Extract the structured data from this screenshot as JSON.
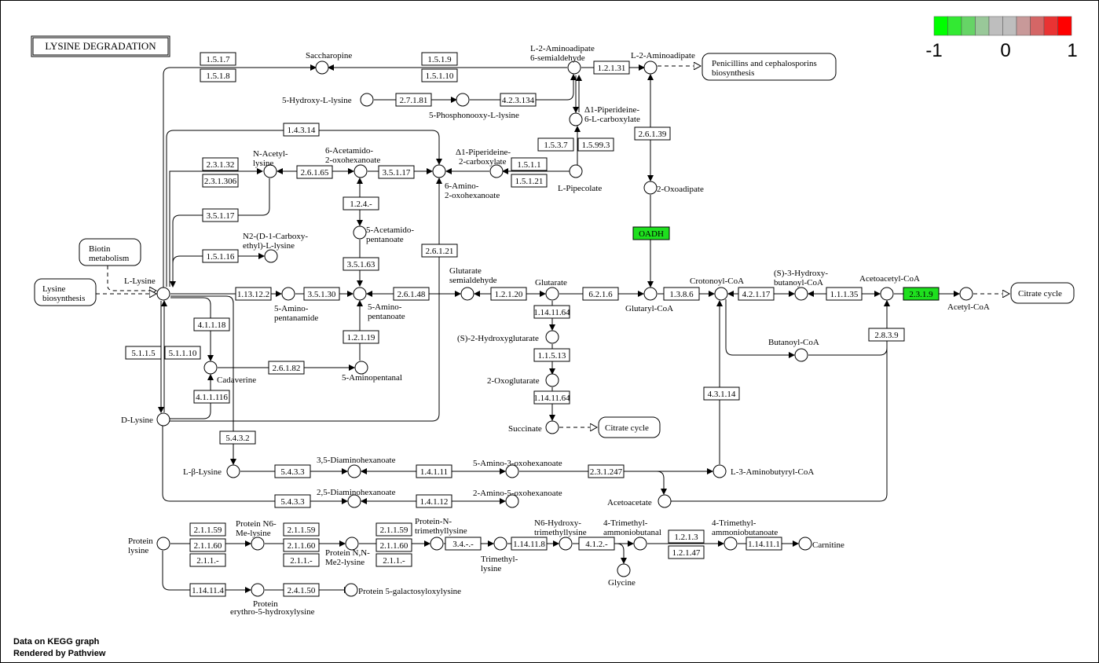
{
  "title": "LYSINE DEGRADATION",
  "legend": {
    "colors": [
      "#00ff00",
      "#33e933",
      "#66d466",
      "#99c899",
      "#bebebe",
      "#bebebe",
      "#c89999",
      "#d46666",
      "#e93333",
      "#ff0000"
    ],
    "min_label": "-1",
    "mid_label": "0",
    "max_label": "1"
  },
  "footer": {
    "line1": "Data on KEGG graph",
    "line2": "Rendered by Pathview"
  },
  "maps": {
    "biotin": [
      "Biotin",
      "metabolism"
    ],
    "lysine_bio": [
      "Lysine",
      "biosynthesis"
    ],
    "penicillin": [
      "Penicillins and cephalosporins",
      "biosynthesis"
    ],
    "citrate1": "Citrate cycle",
    "citrate2": "Citrate cycle"
  },
  "compounds": {
    "saccharopine": "Saccharopine",
    "l2aa_semi": [
      "L-2-Aminoadipate",
      "6-semialdehyde"
    ],
    "l2aa": "L-2-Aminoadipate",
    "hydroxylysine": "5-Hydroxy-L-lysine",
    "phosphonooxy": "5-Phosphonooxy-L-lysine",
    "piperideine6": [
      "Δ1-Piperideine-",
      "6-L-carboxylate"
    ],
    "piperideine2": [
      "Δ1-Piperideine-",
      "2-carboxylate"
    ],
    "pipecolate": "L-Pipecolate",
    "nacetyllysine": [
      "N-Acetyl-",
      "lysine"
    ],
    "acetamido_oxo": [
      "6-Acetamido-",
      "2-oxohexanoate"
    ],
    "amino_oxo": [
      "6-Amino-",
      "2-oxohexanoate"
    ],
    "oxoadipate": "2-Oxoadipate",
    "n2carboxy": [
      "N2-(D-1-Carboxy-",
      "ethyl)-L-lysine"
    ],
    "acetamido_pent": [
      "5-Acetamido-",
      "pentanoate"
    ],
    "llysine": "L-Lysine",
    "aminopentanamide": [
      "5-Amino-",
      "pentanamide"
    ],
    "aminopentanoate": [
      "5-Amino-",
      "pentanoate"
    ],
    "glut_semi": [
      "Glutarate",
      "semialdehyde"
    ],
    "glutarate": "Glutarate",
    "glutarylcoa": "Glutaryl-CoA",
    "crotonoyl": "Crotonoyl-CoA",
    "hydroxybutanoyl": [
      "(S)-3-Hydroxy-",
      "butanoyl-CoA"
    ],
    "acetoacetylcoa": "Acetoacetyl-CoA",
    "acetylcoa": "Acetyl-CoA",
    "butanoylcoa": "Butanoyl-CoA",
    "hydroxyglutarate": "(S)-2-Hydroxyglutarate",
    "oxoglutarate": "2-Oxoglutarate",
    "succinate": "Succinate",
    "cadaverine": "Cadaverine",
    "aminopentanal": "5-Aminopentanal",
    "dlysine": "D-Lysine",
    "lbetalysine": "L-β-Lysine",
    "diamino35": "3,5-Diaminohexanoate",
    "amino3oxo": "5-Amino-3-oxohexanoate",
    "aminobutyryl": "L-3-Aminobutyryl-CoA",
    "acetoacetate": "Acetoacetate",
    "diamino25": "2,5-Diaminohexanoate",
    "amino5oxo": "2-Amino-5-oxohexanoate",
    "proteinlysine": [
      "Protein",
      "lysine"
    ],
    "n6me": [
      "Protein N6-",
      "Me-lysine"
    ],
    "nnme2": [
      "Protein N,N-",
      "Me2-lysine"
    ],
    "trimethyl_prot": [
      "Protein-N-",
      "trimethyllysine"
    ],
    "trimethyllysine": [
      "Trimethyl-",
      "lysine"
    ],
    "n6hydroxy": [
      "N6-Hydroxy-",
      "trimethyllysine"
    ],
    "tma_butanal": [
      "4-Trimethyl-",
      "ammoniobutanal"
    ],
    "tma_butanoate": [
      "4-Trimethyl-",
      "ammoniobutanoate"
    ],
    "carnitine": "Carnitine",
    "glycine": "Glycine",
    "erythro": [
      "Protein",
      "erythro-5-hydroxylysine"
    ],
    "galactosyl": "Protein 5-galactosyloxylysine"
  },
  "enzymes": {
    "e1517": "1.5.1.7",
    "e1518": "1.5.1.8",
    "e1519": "1.5.1.9",
    "e15110": "1.5.1.10",
    "e12131": "1.2.1.31",
    "e27181": "2.7.1.81",
    "e423134": "4.2.3.134",
    "e14314": "1.4.3.14",
    "e2313": "2.3.1.32",
    "e231306": "2.3.1.306",
    "e26165": "2.6.1.65",
    "e35117": "3.5.1.17",
    "e35117b": "3.5.1.17",
    "e1537": "1.5.3.7",
    "e15993": "1.5.99.3",
    "e1511": "1.5.1.1",
    "e15121": "1.5.1.21",
    "e26139": "2.6.1.39",
    "oadh": "OADH",
    "e124": "1.2.4.-",
    "e15116": "1.5.1.16",
    "e35163": "3.5.1.63",
    "e26121": "2.6.1.21",
    "e113122": "1.13.12.2",
    "e35130": "3.5.1.30",
    "e26148": "2.6.1.48",
    "e12120": "1.2.1.20",
    "e6216": "6.2.1.6",
    "e1386": "1.3.8.6",
    "e42117": "4.2.1.17",
    "e11135": "1.1.1.35",
    "e2319": "2.3.1.9",
    "e114116a": "1.14.11.64",
    "e11513": "1.1.5.13",
    "e114116b": "1.14.11.64",
    "e41118": "4.1.1.18",
    "e5115": "5.1.1.5",
    "e51110": "5.1.1.10",
    "e26182": "2.6.1.82",
    "e121119": "1.2.1.19",
    "e2839": "2.8.3.9",
    "e411116": "4.1.1.116",
    "e4311": "4.3.1.14",
    "e5432": "5.4.3.2",
    "e5433a": "5.4.3.3",
    "e14111": "1.4.1.11",
    "e231247": "2.3.1.247",
    "e5433b": "5.4.3.3",
    "e14112": "1.4.1.12",
    "e21159a": "2.1.1.59",
    "e21160a": "2.1.1.60",
    "e211a": "2.1.1.-",
    "e21159b": "2.1.1.59",
    "e21160b": "2.1.1.60",
    "e211b": "2.1.1.-",
    "e21159c": "2.1.1.59",
    "e21160c": "2.1.1.60",
    "e211c": "2.1.1.-",
    "e34": "3.4.-.-",
    "e114118": "1.14.11.8",
    "e412": "4.1.2.-",
    "e1213": "1.2.1.3",
    "e12147": "1.2.1.47",
    "e114111": "1.14.11.1",
    "e114114": "1.14.11.4",
    "e24150": "2.4.1.50"
  }
}
